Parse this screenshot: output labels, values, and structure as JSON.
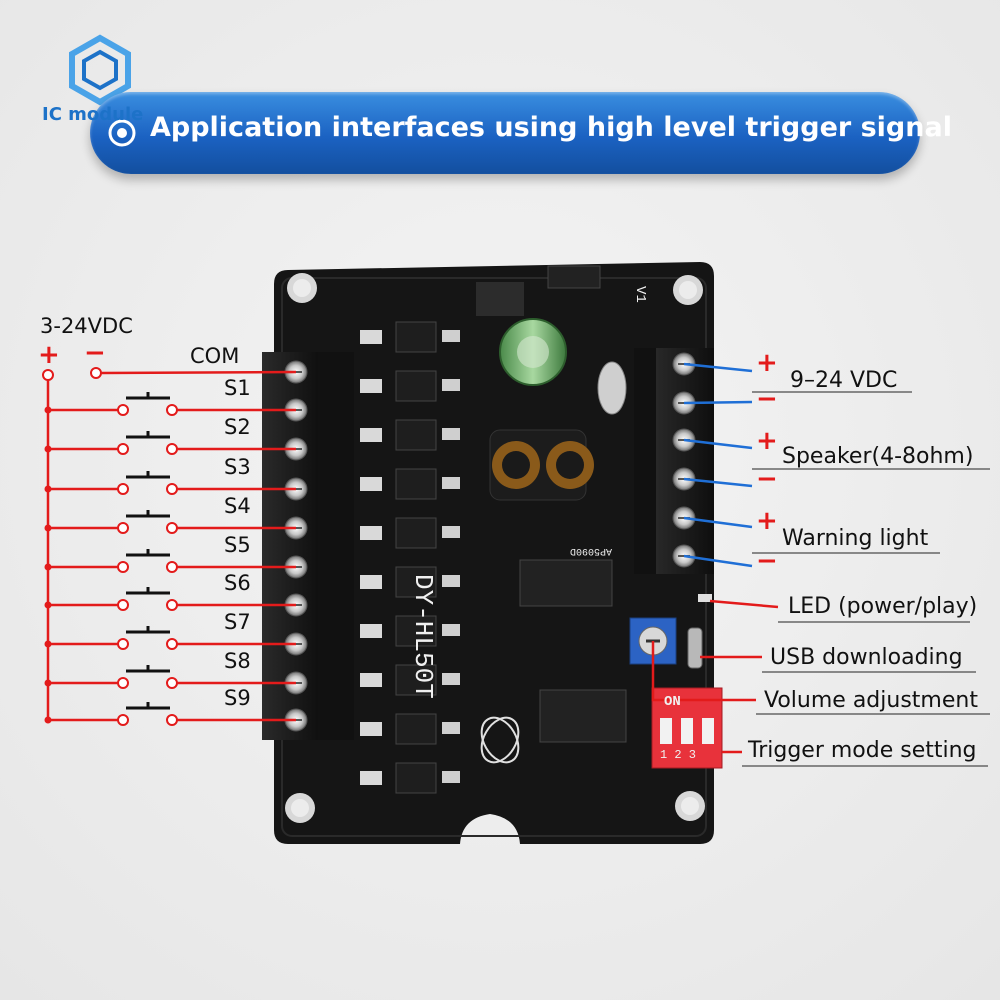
{
  "brand": {
    "text": "IC module"
  },
  "banner": {
    "title": "Application interfaces using high level trigger signal"
  },
  "left_power": {
    "label": "3-24VDC",
    "plus": "+",
    "minus": "−"
  },
  "com_label": "COM",
  "switch_labels": [
    "S1",
    "S2",
    "S3",
    "S4",
    "S5",
    "S6",
    "S7",
    "S8",
    "S9"
  ],
  "right_labels": {
    "power": "9–24 VDC",
    "speaker": "Speaker(4-8ohm)",
    "warning": "Warning light",
    "led": "LED (power/play)",
    "usb": "USB downloading",
    "volume": "Volume adjustment",
    "trigger": "Trigger mode setting"
  },
  "polarity": {
    "plus": "+",
    "minus": "−"
  },
  "board": {
    "model": "DY-HL50T",
    "version": "V1",
    "chip": "AP5090D",
    "dip_on": "ON",
    "dip_numbers": "1 2 3"
  },
  "colors": {
    "wire_red": "#e31b1b",
    "wire_blue": "#1f6fd6",
    "banner_blue": "#1b62c2",
    "dip_red": "#e8323b"
  }
}
